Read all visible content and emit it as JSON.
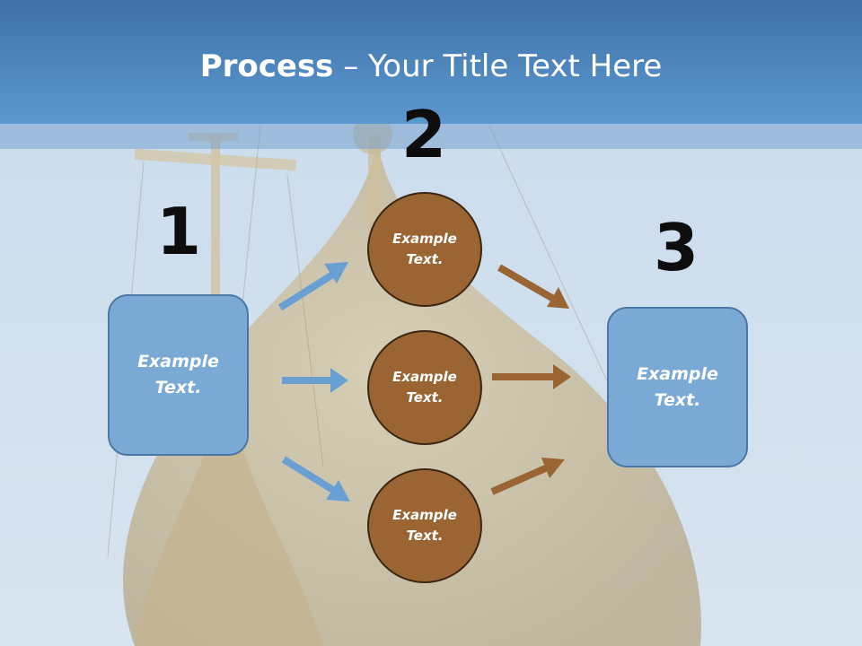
{
  "slide": {
    "title_bold": "Process",
    "title_rest": " – Your Title Text Here"
  },
  "steps": [
    {
      "number": "1"
    },
    {
      "number": "2"
    },
    {
      "number": "3"
    }
  ],
  "source_box": {
    "label_line1": "Example",
    "label_line2": "Text."
  },
  "target_box": {
    "label_line1": "Example",
    "label_line2": "Text."
  },
  "circles": [
    {
      "label_line1": "Example",
      "label_line2": "Text."
    },
    {
      "label_line1": "Example",
      "label_line2": "Text."
    },
    {
      "label_line1": "Example",
      "label_line2": "Text."
    }
  ],
  "colors": {
    "header": "#4a83bc",
    "box_fill": "#7aa9d6",
    "circle_fill": "#9a6532",
    "blue_arrow": "#6a9fd4",
    "brown_arrow": "#9a6532"
  }
}
